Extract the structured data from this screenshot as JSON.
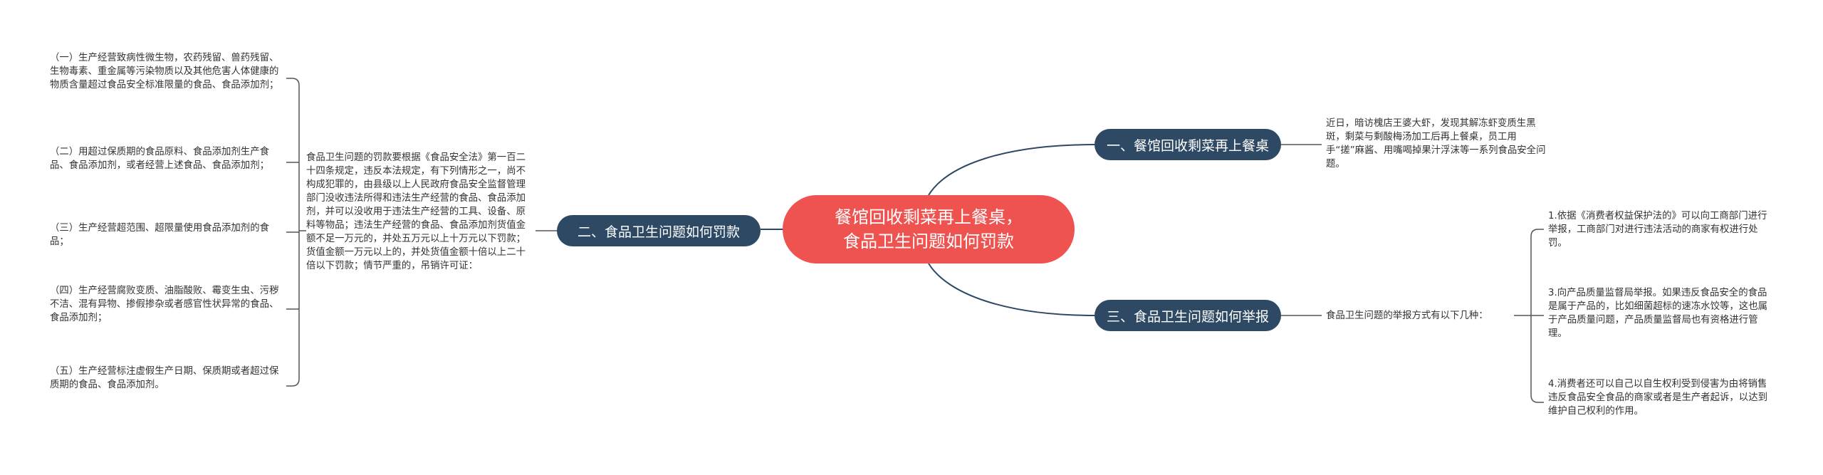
{
  "mindmap": {
    "root": {
      "line1": "餐馆回收剩菜再上餐桌，",
      "line2": "食品卫生问题如何罚款"
    },
    "branches": {
      "topic1": {
        "label": "一、餐馆回收剩菜再上餐桌",
        "desc": "近日，暗访槐店王婆大虾，发现其解冻虾变质生黑斑，剩菜与剩酸梅汤加工后再上餐桌，员工用手“搓”麻酱、用嘴喝掉果汁浮沫等一系列食品安全问题。"
      },
      "topic2": {
        "label": "二、食品卫生问题如何罚款",
        "desc": "食品卫生问题的罚款要根据《食品安全法》第一百二十四条规定，违反本法规定，有下列情形之一，尚不构成犯罪的，由县级以上人民政府食品安全监督管理部门没收违法所得和违法生产经营的食品、食品添加剂，并可以没收用于违法生产经营的工具、设备、原料等物品；违法生产经营的食品、食品添加剂货值金额不足一万元的，并处五万元以上十万元以下罚款；货值金额一万元以上的，并处货值金额十倍以上二十倍以下罚款；情节严重的，吊销许可证：",
        "items": [
          "（一）生产经营致病性微生物，农药残留、兽药残留、生物毒素、重金属等污染物质以及其他危害人体健康的物质含量超过食品安全标准限量的食品、食品添加剂；",
          "（二）用超过保质期的食品原料、食品添加剂生产食品、食品添加剂，或者经营上述食品、食品添加剂；",
          "（三）生产经营超范围、超限量使用食品添加剂的食品；",
          "（四）生产经营腐败变质、油脂酸败、霉变生虫、污秽不洁、混有异物、掺假掺杂或者感官性状异常的食品、食品添加剂；",
          "（五）生产经营标注虚假生产日期、保质期或者超过保质期的食品、食品添加剂。"
        ]
      },
      "topic3": {
        "label": "三、食品卫生问题如何举报",
        "desc": "食品卫生问题的举报方式有以下几种：",
        "items": [
          "1.依据《消费者权益保护法的》可以向工商部门进行举报，工商部门对进行违法活动的商家有权进行处罚。",
          "3.向产品质量监督局举报。如果违反食品安全的食品是属于产品的，比如细菌超标的速冻水饺等，这也属于产品质量问题，产品质量监督局也有资格进行管理。",
          "4.消费者还可以自己以自生权利受到侵害为由将销售违反食品安全食品的商家或者是生产者起诉，以达到维护自己权利的作用。"
        ]
      }
    },
    "colors": {
      "root": "#ef5350",
      "topic": "#2e4963",
      "line_main": "#2e4963",
      "line_sub": "#555555"
    }
  }
}
